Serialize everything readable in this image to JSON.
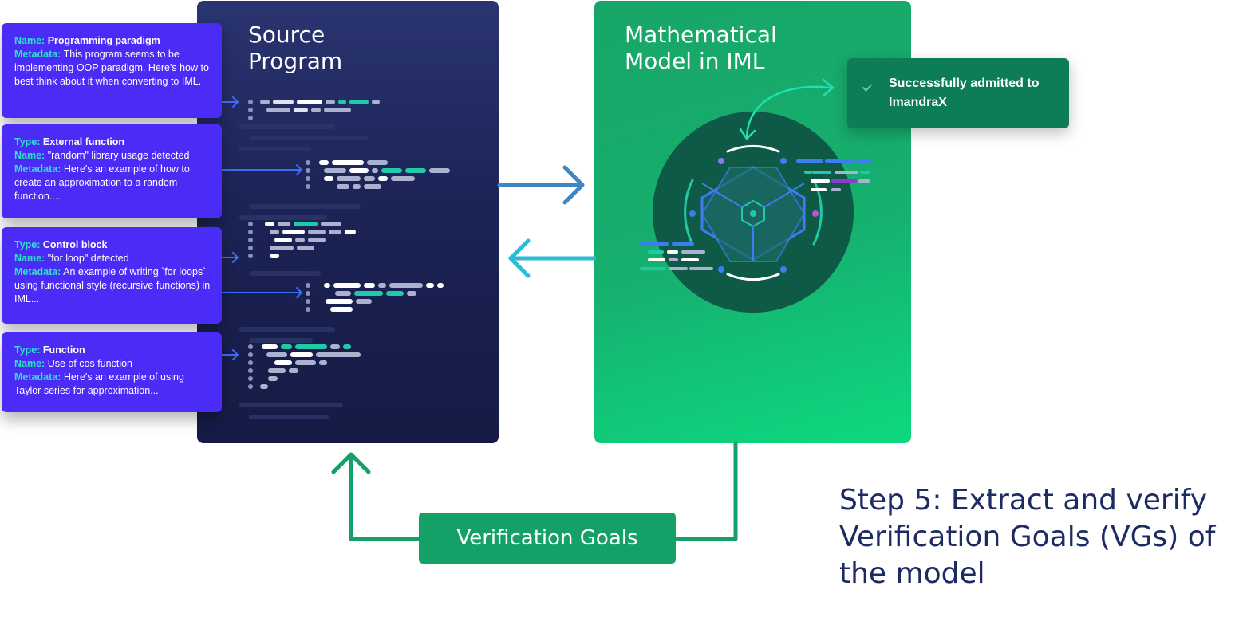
{
  "source_panel": {
    "title": "Source\nProgram"
  },
  "model_panel": {
    "title": "Mathematical\nModel in IML"
  },
  "admitted": {
    "text": "Successfully admitted to ImandraX",
    "icon": "check-icon"
  },
  "cards": [
    {
      "name": {
        "key": "Name:",
        "value": "Programming paradigm"
      },
      "metadata": {
        "key": "Metadata:",
        "value": "This program seems to be implementing OOP paradigm. Here's how to best think about it when converting to IML."
      }
    },
    {
      "type": {
        "key": "Type:",
        "value": "External function"
      },
      "name": {
        "key": "Name:",
        "value": "\"random\" library usage detected"
      },
      "metadata": {
        "key": "Metadata:",
        "value": "Here's an example of how to create an approximation to a random function...."
      }
    },
    {
      "type": {
        "key": "Type:",
        "value": "Control block"
      },
      "name": {
        "key": "Name:",
        "value": "\"for loop\" detected"
      },
      "metadata": {
        "key": "Metadata:",
        "value": "An example of writing `for loops` using functional style (recursive functions) in IML..."
      }
    },
    {
      "type": {
        "key": "Type:",
        "value": "Function"
      },
      "name": {
        "key": "Name:",
        "value": "Use of cos function"
      },
      "metadata": {
        "key": "Metadata:",
        "value": "Here's an example of using Taylor series for approximation..."
      }
    }
  ],
  "verification_goals": {
    "label": "Verification Goals"
  },
  "step": {
    "text": "Step 5: Extract and verify Verification Goals (VGs) of the model"
  },
  "colors": {
    "card": "#4a2cf6",
    "card_key": "#2de3c9",
    "source_panel": "#1c2456",
    "model_panel": "#16b06f",
    "admitted_box": "#0d7d57",
    "vg_box": "#13a167",
    "step_text": "#1d2b63",
    "arrow_blue": "#3d86c6",
    "arrow_teal": "#2bbbd4",
    "arrow_green": "#13a167"
  }
}
